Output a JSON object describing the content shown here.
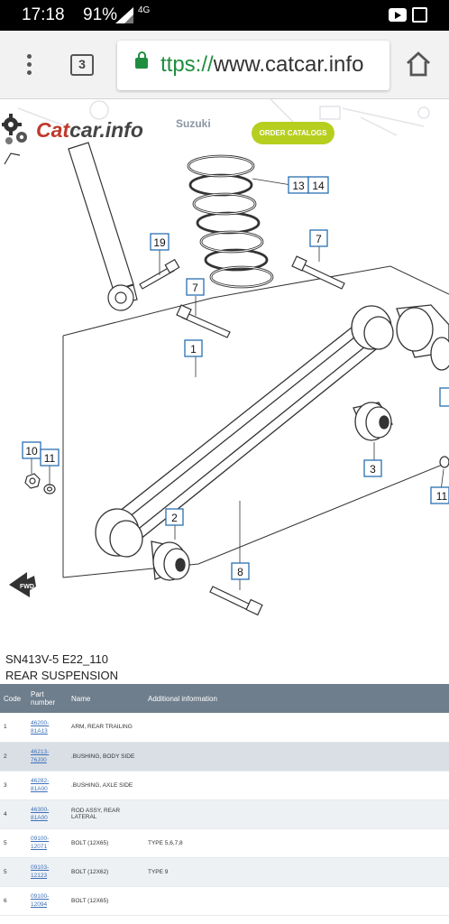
{
  "status_bar": {
    "time": "17:18",
    "battery": "91%",
    "network": "4G"
  },
  "browser": {
    "tab_count": "3",
    "url_scheme": "ttps://",
    "url_host": "www.catcar.info"
  },
  "site": {
    "logo_red": "Cat",
    "logo_dark": "car.info",
    "brand": "Suzuki",
    "order_button": "ORDER CATALOGS"
  },
  "diagram": {
    "callouts": [
      "1",
      "2",
      "3",
      "7",
      "7",
      "8",
      "10",
      "11",
      "11",
      "13",
      "14",
      "19"
    ],
    "fwd_label": "FWD"
  },
  "caption": {
    "code": "SN413V-5 E22_110",
    "title": "REAR SUSPENSION"
  },
  "table": {
    "headers": {
      "code": "Code",
      "part": "Part number",
      "name": "Name",
      "info": "Additional information"
    },
    "rows": [
      {
        "code": "1",
        "part": "46200-81A13",
        "name": "ARM, REAR TRAILING",
        "info": ""
      },
      {
        "code": "2",
        "part": "46213-76J00",
        "name": ".BUSHING, BODY SIDE",
        "info": ""
      },
      {
        "code": "3",
        "part": "46282-81A00",
        "name": ".BUSHING, AXLE SIDE",
        "info": ""
      },
      {
        "code": "4",
        "part": "46300-81A00",
        "name": "ROD ASSY, REAR LATERAL",
        "info": ""
      },
      {
        "code": "5",
        "part": "09100-12071",
        "name": "BOLT (12X65)",
        "info": "TYPE 5,6,7,8"
      },
      {
        "code": "5",
        "part": "09103-12123",
        "name": "BOLT (12X62)",
        "info": "TYPE 9"
      },
      {
        "code": "6",
        "part": "09100-12094",
        "name": "BOLT (12X65)",
        "info": ""
      }
    ]
  },
  "colors": {
    "accent_green": "#b6cf1f",
    "logo_red": "#c0392b",
    "header_gray": "#6f7e8c",
    "link_blue": "#3d6fb5"
  }
}
